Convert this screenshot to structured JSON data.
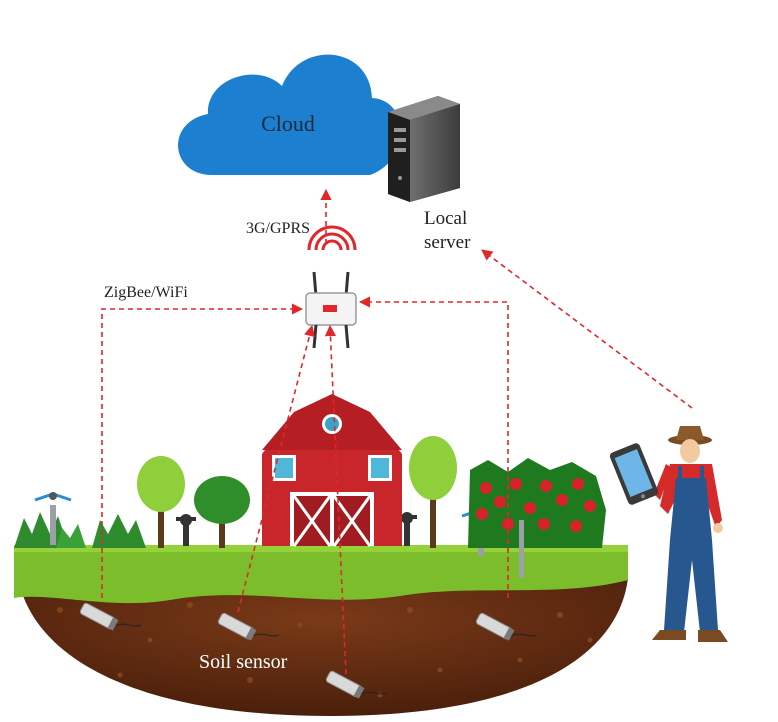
{
  "labels": {
    "cloud": "Cloud",
    "server_line1": "Local",
    "server_line2": "server",
    "uplink": "3G/GPRS",
    "wireless": "ZigBee/WiFi",
    "soil_sensor": "Soil sensor"
  },
  "colors": {
    "link": "#e2272b",
    "cloud": "#1d7fd0",
    "barn": "#c8262b",
    "grass": "#7cbd2c",
    "soil": "#6b2f14"
  },
  "icons": [
    "cloud-icon",
    "server-icon",
    "gateway-icon",
    "barn-icon",
    "tree-icon",
    "sprinkler-icon",
    "soil-sensor-icon",
    "farmer-icon",
    "smartphone-icon",
    "tomato-plant-icon"
  ]
}
